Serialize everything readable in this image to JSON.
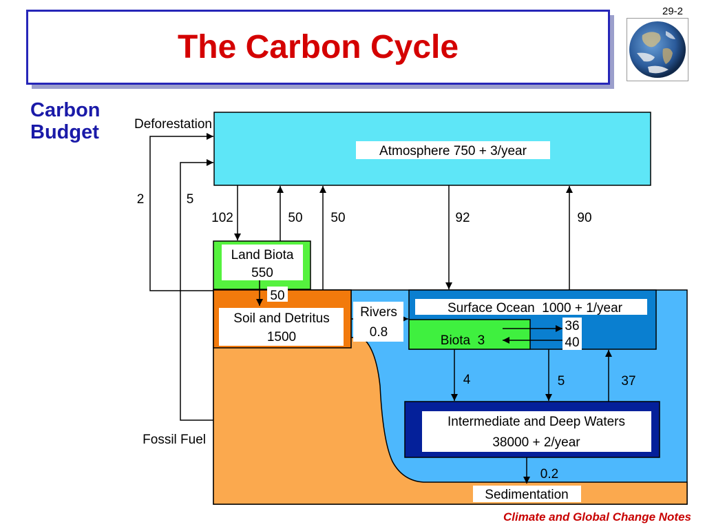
{
  "slide": {
    "title": "The Carbon Cycle",
    "number": "29-2",
    "heading_line1": "Carbon",
    "heading_line2": "Budget",
    "footer": "Climate and Global Change Notes"
  },
  "diagram": {
    "deforestation_label": "Deforestation",
    "fossil_fuel_label": "Fossil Fuel",
    "atmosphere_label": "Atmosphere 750 + 3/year",
    "land_biota_line1": "Land Biota",
    "land_biota_line2": "550",
    "soil_line1": "Soil and Detritus",
    "soil_line2": "1500",
    "rivers_label": "Rivers",
    "rivers_value": "0.8",
    "surface_ocean_label": "Surface Ocean  1000 + 1/year",
    "ocean_biota_label": "Biota  3",
    "deep_waters_line1": "Intermediate and Deep Waters",
    "deep_waters_line2": "38000 + 2/year",
    "sedimentation_label": "Sedimentation",
    "flows": {
      "deforestation": "2",
      "fossil_fuel": "5",
      "atm_to_land": "102",
      "land_to_atm": "50",
      "soil_to_atm": "50",
      "land_to_soil": "50",
      "atm_to_ocean": "92",
      "ocean_to_atm": "90",
      "surface_to_biota": "36",
      "biota_to_surface": "40",
      "biota_to_deep": "4",
      "surface_to_deep": "5",
      "deep_to_surface": "37",
      "sedimentation": "0.2"
    }
  },
  "colors": {
    "title_red": "#d40000",
    "heading_blue": "#1a1aa8",
    "atmosphere": "#5ee6f7",
    "land_biota": "#55f23e",
    "soil": "#f27a0c",
    "sediment": "#fba94e",
    "ocean": "#4db8fd",
    "surface_ocean": "#0a7fd0",
    "deep_waters": "#04209a",
    "ocean_biota": "#3ff03f"
  }
}
